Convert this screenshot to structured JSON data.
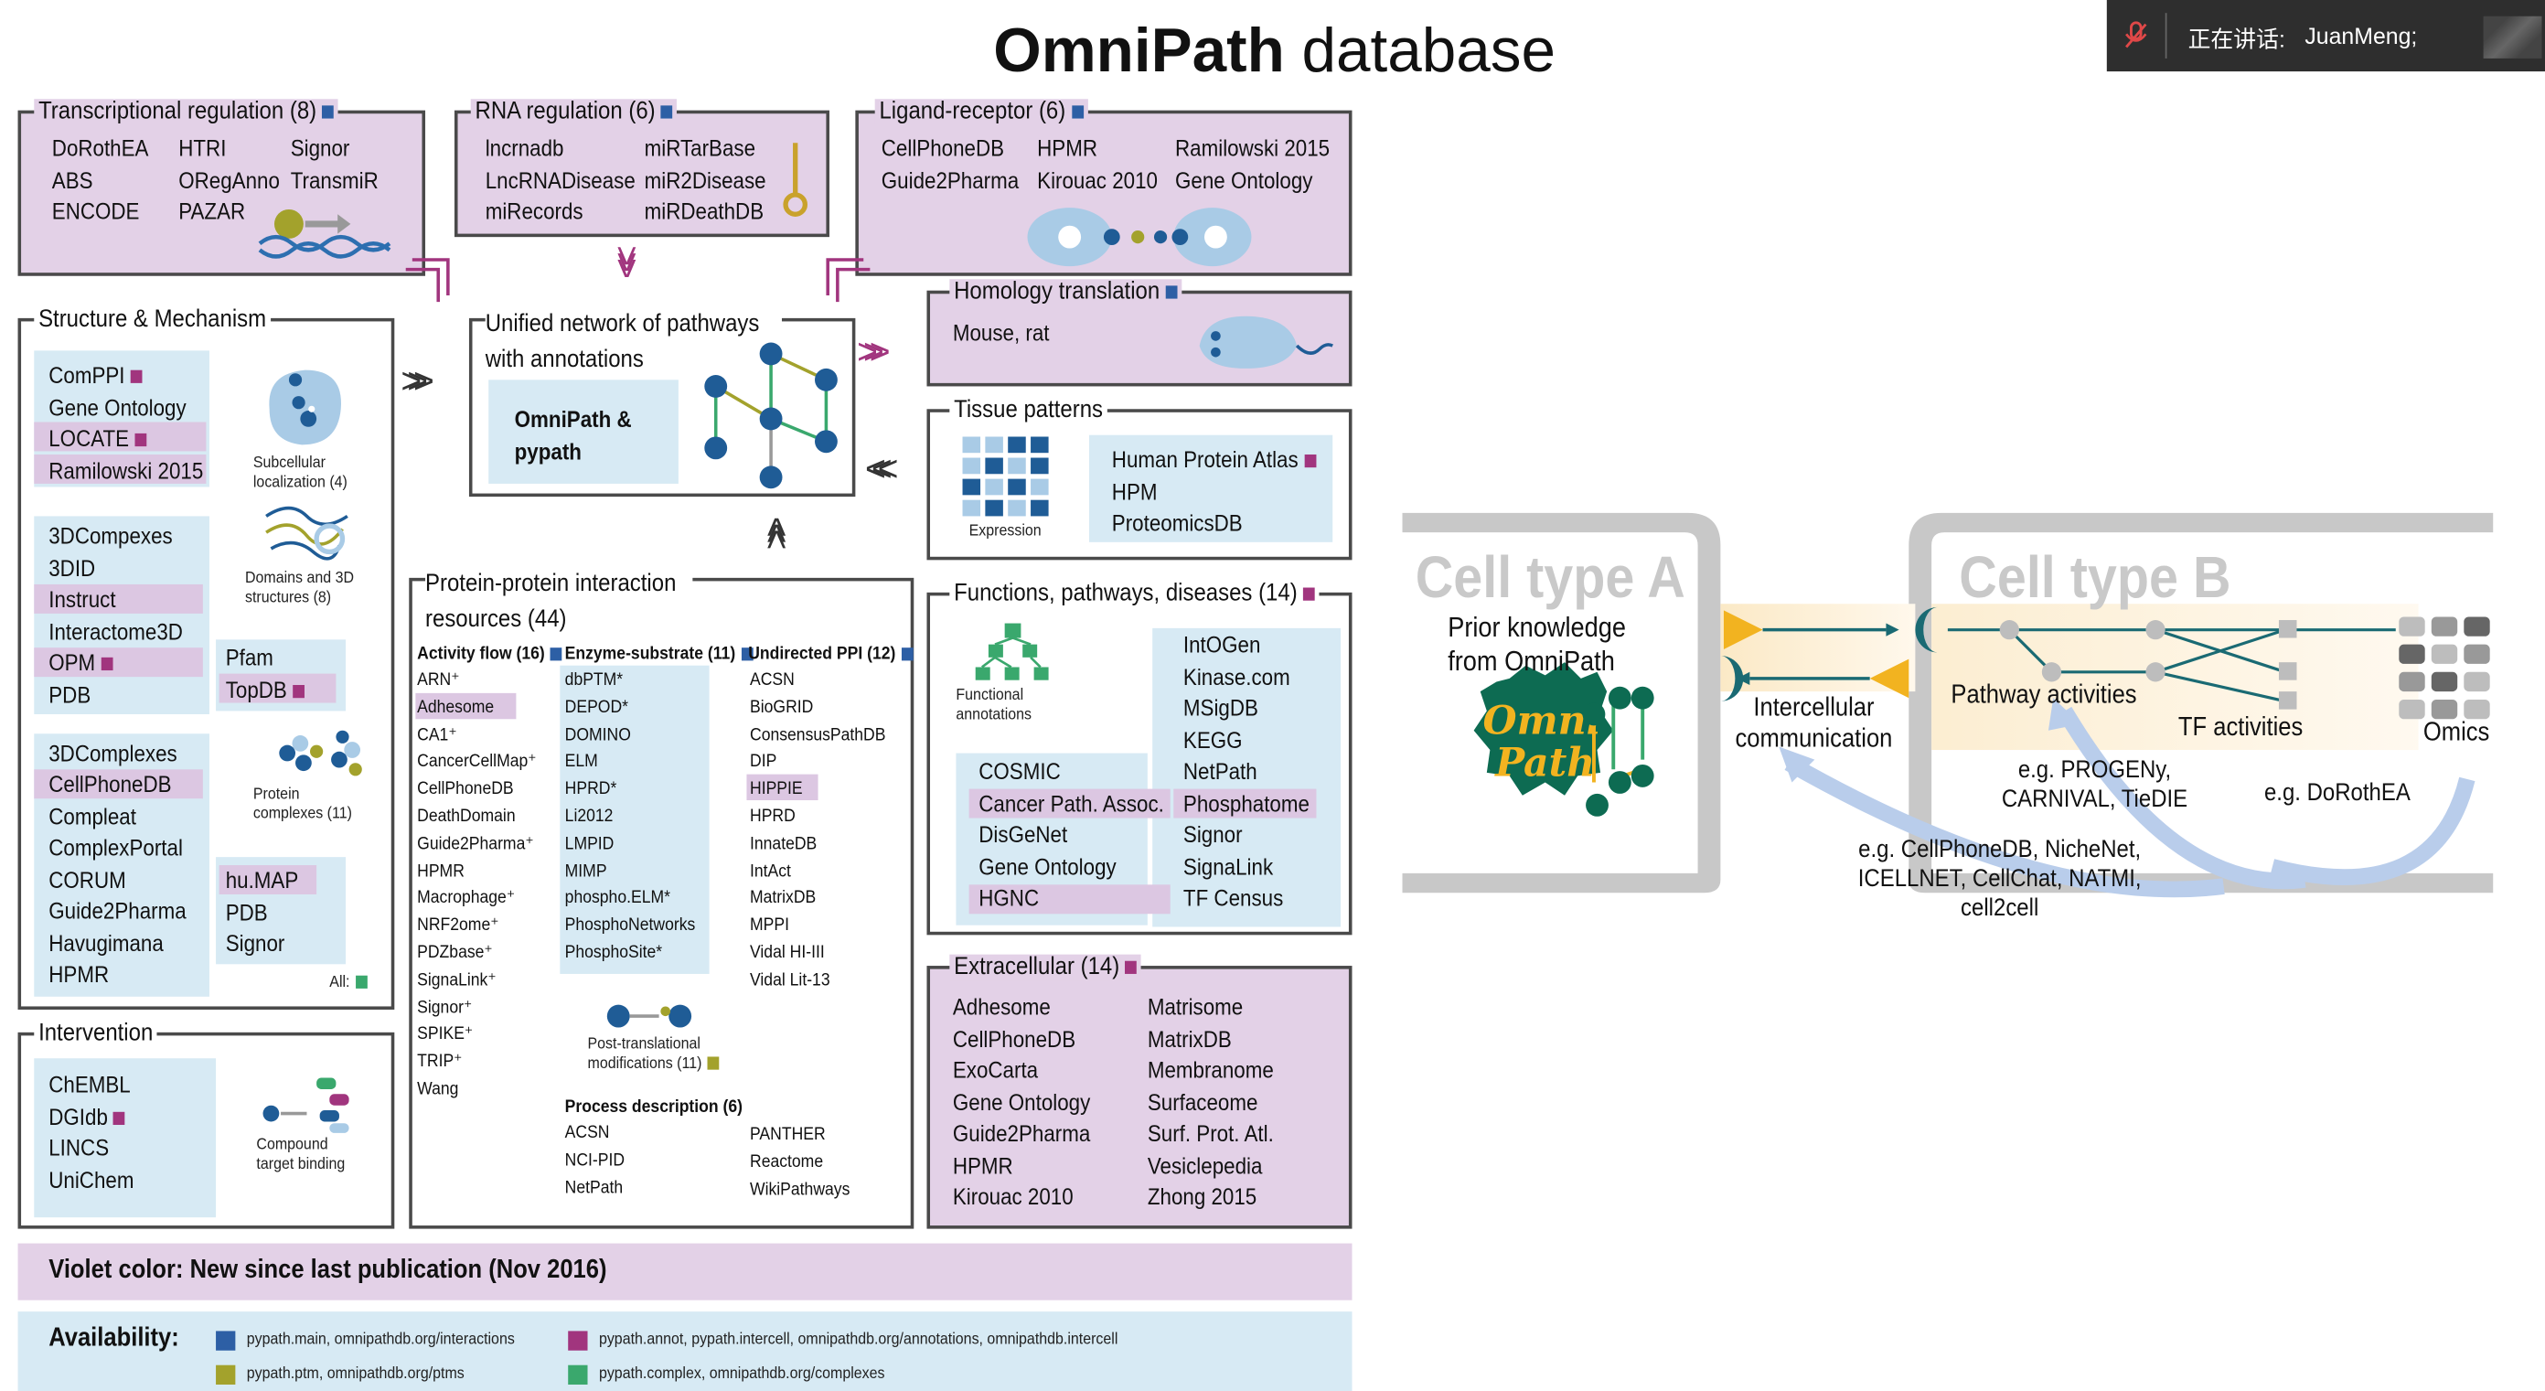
{
  "header": {
    "title_bold": "OmniPath",
    "title_rest": " database"
  },
  "speaker_badge": {
    "label": "正在讲话:",
    "name": "JuanMeng;"
  },
  "transcriptional": {
    "title": "Transcriptional regulation (8)",
    "items": [
      "DoRothEA",
      "HTRI",
      "Signor",
      "ABS",
      "ORegAnno",
      "TransmiR",
      "ENCODE",
      "PAZAR"
    ]
  },
  "rna": {
    "title": "RNA regulation (6)",
    "items": [
      "lncrnadb",
      "miRTarBase",
      "LncRNADisease",
      "miR2Disease",
      "miRecords",
      "miRDeathDB"
    ]
  },
  "ligand": {
    "title": "Ligand-receptor (6)",
    "items": [
      "CellPhoneDB",
      "HPMR",
      "Ramilowski 2015",
      "Guide2Pharma",
      "Kirouac 2010",
      "Gene Ontology"
    ]
  },
  "homology": {
    "title": "Homology translation",
    "items": [
      "Mouse, rat"
    ]
  },
  "structure": {
    "title": "Structure & Mechanism",
    "group1": [
      "ComPPI",
      "Gene Ontology",
      "LOCATE",
      "Ramilowski 2015"
    ],
    "icon1": "Subcellular localization (4)",
    "group2": [
      "3DCompexes",
      "3DID",
      "Instruct",
      "Interactome3D",
      "OPM",
      "PDB"
    ],
    "group2b": [
      "Pfam",
      "TopDB"
    ],
    "icon2": "Domains and 3D structures (8)",
    "group3": [
      "3DComplexes",
      "CellPhoneDB",
      "Compleat",
      "ComplexPortal",
      "CORUM",
      "Guide2Pharma",
      "Havugimana",
      "HPMR"
    ],
    "group3b": [
      "hu.MAP",
      "PDB",
      "Signor"
    ],
    "icon3": "Protein complexes (11)",
    "all_label": "All:"
  },
  "intervention": {
    "title": "Intervention",
    "items": [
      "ChEMBL",
      "DGIdb",
      "LINCS",
      "UniChem"
    ],
    "icon": "Compound target binding"
  },
  "unified": {
    "title": "Unified network of pathways with annotations",
    "box": "OmniPath & pypath"
  },
  "tissue": {
    "title": "Tissue patterns",
    "icon": "Expression",
    "items": [
      "Human Protein Atlas",
      "HPM",
      "ProteomicsDB"
    ]
  },
  "ppi": {
    "title": "Protein-protein interaction resources (44)",
    "activity_title": "Activity flow (16)",
    "activity": [
      "ARN⁺",
      "Adhesome",
      "CA1⁺",
      "CancerCellMap⁺",
      "CellPhoneDB",
      "DeathDomain",
      "Guide2Pharma⁺",
      "HPMR",
      "Macrophage⁺",
      "NRF2ome⁺",
      "PDZbase⁺",
      "SignaLink⁺",
      "Signor⁺",
      "SPIKE⁺",
      "TRIP⁺",
      "Wang"
    ],
    "enzyme_title": "Enzyme-substrate (11)",
    "enzyme": [
      "dbPTM*",
      "DEPOD*",
      "DOMINO",
      "ELM",
      "HPRD*",
      "Li2012",
      "LMPID",
      "MIMP",
      "phospho.ELM*",
      "PhosphoNetworks",
      "PhosphoSite*"
    ],
    "undirected_title": "Undirected PPI (12)",
    "undirected": [
      "ACSN",
      "BioGRID",
      "ConsensusPathDB",
      "DIP",
      "HIPPIE",
      "HPRD",
      "InnateDB",
      "IntAct",
      "MatrixDB",
      "MPPI",
      "Vidal HI-III",
      "Vidal Lit-13"
    ],
    "ptm": "Post-translational modifications (11)",
    "process_title": "Process description (6)",
    "process_a": [
      "ACSN",
      "NCI-PID",
      "NetPath"
    ],
    "process_b": [
      "PANTHER",
      "Reactome",
      "WikiPathways"
    ]
  },
  "functions": {
    "title": "Functions, pathways, diseases (14)",
    "icon": "Functional annotations",
    "right": [
      "IntOGen",
      "Kinase.com",
      "MSigDB",
      "KEGG",
      "NetPath",
      "Phosphatome",
      "Signor",
      "SignaLink",
      "TF Census"
    ],
    "left": [
      "COSMIC",
      "Cancer Path. Assoc.",
      "DisGeNet",
      "Gene Ontology",
      "HGNC"
    ]
  },
  "extracellular": {
    "title": "Extracellular (14)",
    "left": [
      "Adhesome",
      "CellPhoneDB",
      "ExoCarta",
      "Gene Ontology",
      "Guide2Pharma",
      "HPMR",
      "Kirouac 2010"
    ],
    "right": [
      "Matrisome",
      "MatrixDB",
      "Membranome",
      "Surfaceome",
      "Surf. Prot. Atl.",
      "Vesiclepedia",
      "Zhong 2015"
    ]
  },
  "violet_note": "Violet color: New since last publication (Nov 2016)",
  "availability": {
    "label": "Availability:",
    "items": [
      {
        "text": "pypath.main, omnipathdb.org/interactions",
        "color": "#2d5fa5"
      },
      {
        "text": "pypath.annot, pypath.intercell, omnipathdb.org/annotations, omnipathdb.intercell",
        "color": "#a1357e"
      },
      {
        "text": "pypath.ptm, omnipathdb.org/ptms",
        "color": "#a3a22c"
      },
      {
        "text": "pypath.complex, omnipathdb.org/complexes",
        "color": "#3aa86d"
      }
    ]
  },
  "cells": {
    "cell_a": "Cell type A",
    "prior": "Prior knowledge from OmniPath",
    "logo_line1": "Omni",
    "logo_line2": "Path",
    "cell_b": "Cell type B",
    "intercellular": "Intercellular communication",
    "pathway": "Pathway activities",
    "tf": "TF activities",
    "omics": "Omics",
    "eg_progeny": "e.g. PROGENy, CARNIVAL, TieDIE",
    "eg_dorothea": "e.g. DoRothEA",
    "eg_cellphone": "e.g. CellPhoneDB, NicheNet, ICELLNET, CellChat, NATMI, cell2cell"
  },
  "colors": {
    "violet": "#e3d1e7",
    "lightblue": "#d7eaf4",
    "navy": "#1f5c96",
    "teal": "#1a6a73",
    "gold": "#f2b320"
  }
}
